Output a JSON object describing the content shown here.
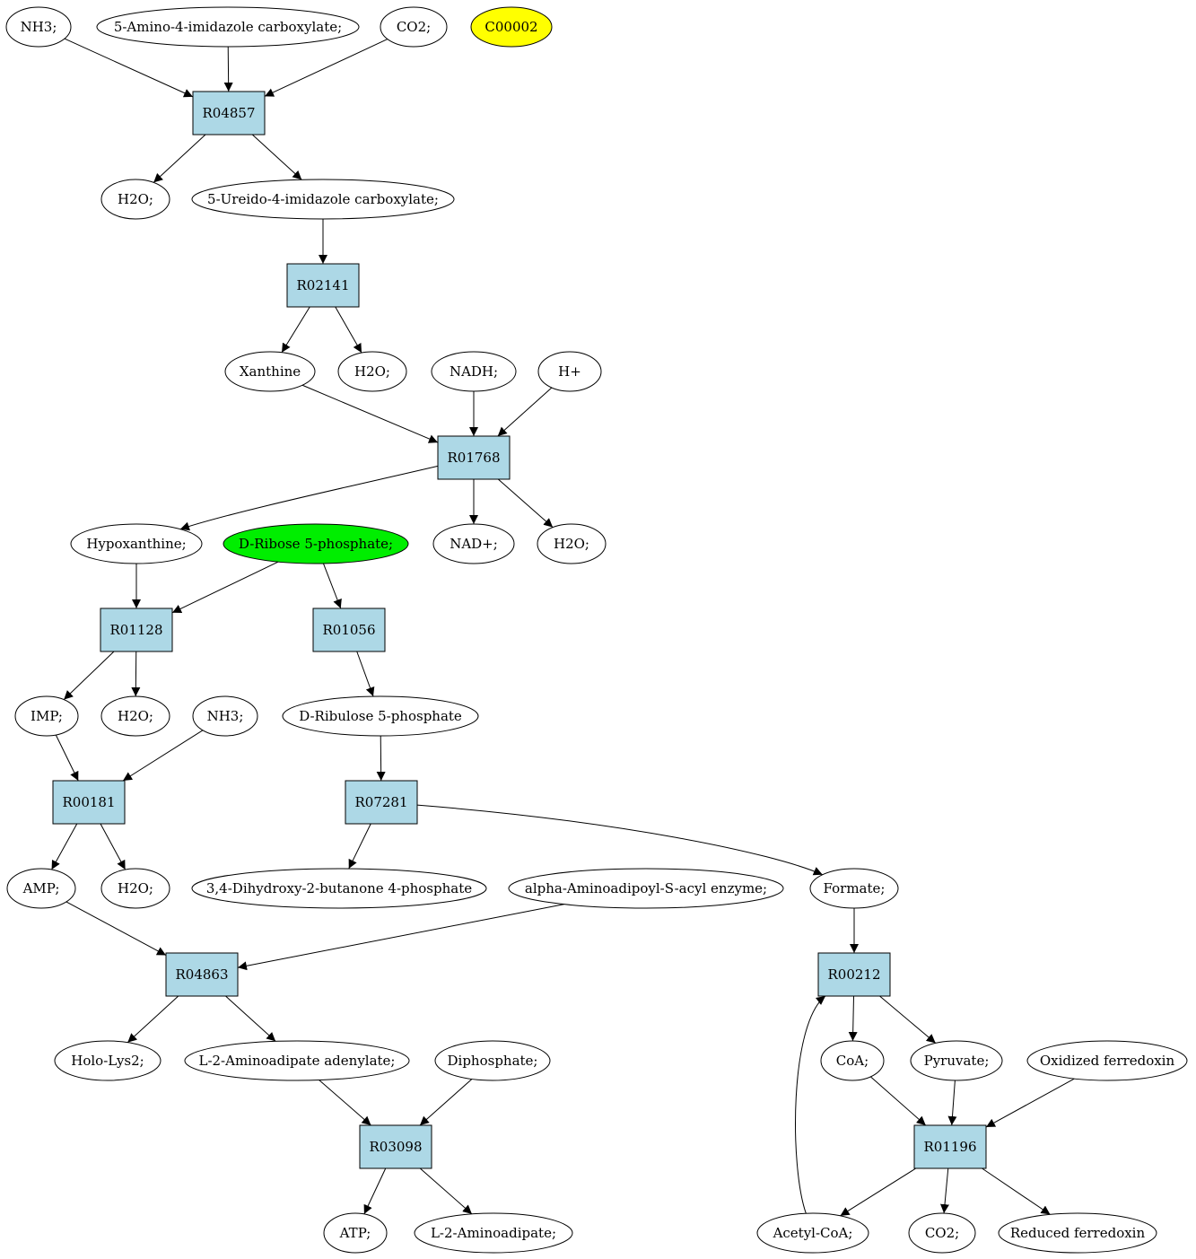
{
  "colors": {
    "background": "#ffffff",
    "compound_fill": "#ffffff",
    "reaction_fill": "#add8e6",
    "highlight_yellow": "#ffff00",
    "highlight_green": "#00ee00",
    "stroke": "#000000"
  },
  "diagram": {
    "type": "metabolic-pathway-graph",
    "nodes": [
      {
        "id": "nh3_a",
        "kind": "compound",
        "label": "NH3;"
      },
      {
        "id": "aica",
        "kind": "compound",
        "label": "5-Amino-4-imidazole carboxylate;"
      },
      {
        "id": "co2_a",
        "kind": "compound",
        "label": "CO2;"
      },
      {
        "id": "c00002",
        "kind": "compound",
        "label": "C00002",
        "fill": "highlight_yellow"
      },
      {
        "id": "r04857",
        "kind": "reaction",
        "label": "R04857"
      },
      {
        "id": "h2o_a",
        "kind": "compound",
        "label": "H2O;"
      },
      {
        "id": "uica",
        "kind": "compound",
        "label": "5-Ureido-4-imidazole carboxylate;"
      },
      {
        "id": "r02141",
        "kind": "reaction",
        "label": "R02141"
      },
      {
        "id": "xanthine",
        "kind": "compound",
        "label": "Xanthine"
      },
      {
        "id": "h2o_b",
        "kind": "compound",
        "label": "H2O;"
      },
      {
        "id": "nadh",
        "kind": "compound",
        "label": "NADH;"
      },
      {
        "id": "hplus",
        "kind": "compound",
        "label": "H+"
      },
      {
        "id": "r01768",
        "kind": "reaction",
        "label": "R01768"
      },
      {
        "id": "hypoxanthine",
        "kind": "compound",
        "label": "Hypoxanthine;"
      },
      {
        "id": "r5p",
        "kind": "compound",
        "label": "D-Ribose 5-phosphate;",
        "fill": "highlight_green"
      },
      {
        "id": "nadplus",
        "kind": "compound",
        "label": "NAD+;"
      },
      {
        "id": "h2o_c",
        "kind": "compound",
        "label": "H2O;"
      },
      {
        "id": "r01128",
        "kind": "reaction",
        "label": "R01128"
      },
      {
        "id": "r01056",
        "kind": "reaction",
        "label": "R01056"
      },
      {
        "id": "imp",
        "kind": "compound",
        "label": "IMP;"
      },
      {
        "id": "h2o_d",
        "kind": "compound",
        "label": "H2O;"
      },
      {
        "id": "nh3_b",
        "kind": "compound",
        "label": "NH3;"
      },
      {
        "id": "ru5p",
        "kind": "compound",
        "label": "D-Ribulose 5-phosphate"
      },
      {
        "id": "r00181",
        "kind": "reaction",
        "label": "R00181"
      },
      {
        "id": "r07281",
        "kind": "reaction",
        "label": "R07281"
      },
      {
        "id": "amp",
        "kind": "compound",
        "label": "AMP;"
      },
      {
        "id": "h2o_e",
        "kind": "compound",
        "label": "H2O;"
      },
      {
        "id": "dhbp",
        "kind": "compound",
        "label": "3,4-Dihydroxy-2-butanone 4-phosphate"
      },
      {
        "id": "aasa",
        "kind": "compound",
        "label": "alpha-Aminoadipoyl-S-acyl enzyme;"
      },
      {
        "id": "formate",
        "kind": "compound",
        "label": "Formate;"
      },
      {
        "id": "r04863",
        "kind": "reaction",
        "label": "R04863"
      },
      {
        "id": "r00212",
        "kind": "reaction",
        "label": "R00212"
      },
      {
        "id": "hololys2",
        "kind": "compound",
        "label": "Holo-Lys2;"
      },
      {
        "id": "l2aa_aden",
        "kind": "compound",
        "label": "L-2-Aminoadipate adenylate;"
      },
      {
        "id": "diphosphate",
        "kind": "compound",
        "label": "Diphosphate;"
      },
      {
        "id": "coa",
        "kind": "compound",
        "label": "CoA;"
      },
      {
        "id": "pyruvate",
        "kind": "compound",
        "label": "Pyruvate;"
      },
      {
        "id": "oxfd",
        "kind": "compound",
        "label": "Oxidized ferredoxin"
      },
      {
        "id": "r03098",
        "kind": "reaction",
        "label": "R03098"
      },
      {
        "id": "r01196",
        "kind": "reaction",
        "label": "R01196"
      },
      {
        "id": "atp",
        "kind": "compound",
        "label": "ATP;"
      },
      {
        "id": "l2aa",
        "kind": "compound",
        "label": "L-2-Aminoadipate;"
      },
      {
        "id": "acetylcoa",
        "kind": "compound",
        "label": "Acetyl-CoA;"
      },
      {
        "id": "co2_b",
        "kind": "compound",
        "label": "CO2;"
      },
      {
        "id": "redfd",
        "kind": "compound",
        "label": "Reduced ferredoxin"
      }
    ],
    "edges": [
      {
        "from": "nh3_a",
        "to": "r04857"
      },
      {
        "from": "aica",
        "to": "r04857"
      },
      {
        "from": "co2_a",
        "to": "r04857"
      },
      {
        "from": "r04857",
        "to": "h2o_a"
      },
      {
        "from": "r04857",
        "to": "uica"
      },
      {
        "from": "uica",
        "to": "r02141"
      },
      {
        "from": "r02141",
        "to": "xanthine"
      },
      {
        "from": "r02141",
        "to": "h2o_b"
      },
      {
        "from": "xanthine",
        "to": "r01768"
      },
      {
        "from": "nadh",
        "to": "r01768"
      },
      {
        "from": "hplus",
        "to": "r01768"
      },
      {
        "from": "r01768",
        "to": "hypoxanthine"
      },
      {
        "from": "r01768",
        "to": "nadplus"
      },
      {
        "from": "r01768",
        "to": "h2o_c"
      },
      {
        "from": "hypoxanthine",
        "to": "r01128"
      },
      {
        "from": "r5p",
        "to": "r01128"
      },
      {
        "from": "r5p",
        "to": "r01056"
      },
      {
        "from": "r01128",
        "to": "imp"
      },
      {
        "from": "r01128",
        "to": "h2o_d"
      },
      {
        "from": "r01056",
        "to": "ru5p"
      },
      {
        "from": "imp",
        "to": "r00181"
      },
      {
        "from": "nh3_b",
        "to": "r00181"
      },
      {
        "from": "ru5p",
        "to": "r07281"
      },
      {
        "from": "r00181",
        "to": "amp"
      },
      {
        "from": "r00181",
        "to": "h2o_e"
      },
      {
        "from": "r07281",
        "to": "dhbp"
      },
      {
        "from": "r07281",
        "to": "formate"
      },
      {
        "from": "amp",
        "to": "r04863"
      },
      {
        "from": "aasa",
        "to": "r04863"
      },
      {
        "from": "formate",
        "to": "r00212"
      },
      {
        "from": "r04863",
        "to": "hololys2"
      },
      {
        "from": "r04863",
        "to": "l2aa_aden"
      },
      {
        "from": "l2aa_aden",
        "to": "r03098"
      },
      {
        "from": "diphosphate",
        "to": "r03098"
      },
      {
        "from": "r03098",
        "to": "atp"
      },
      {
        "from": "r03098",
        "to": "l2aa"
      },
      {
        "from": "r00212",
        "to": "coa"
      },
      {
        "from": "r00212",
        "to": "pyruvate"
      },
      {
        "from": "coa",
        "to": "r01196"
      },
      {
        "from": "pyruvate",
        "to": "r01196"
      },
      {
        "from": "oxfd",
        "to": "r01196"
      },
      {
        "from": "r01196",
        "to": "acetylcoa"
      },
      {
        "from": "r01196",
        "to": "co2_b"
      },
      {
        "from": "r01196",
        "to": "redfd"
      },
      {
        "from": "acetylcoa",
        "to": "r00212"
      }
    ]
  }
}
